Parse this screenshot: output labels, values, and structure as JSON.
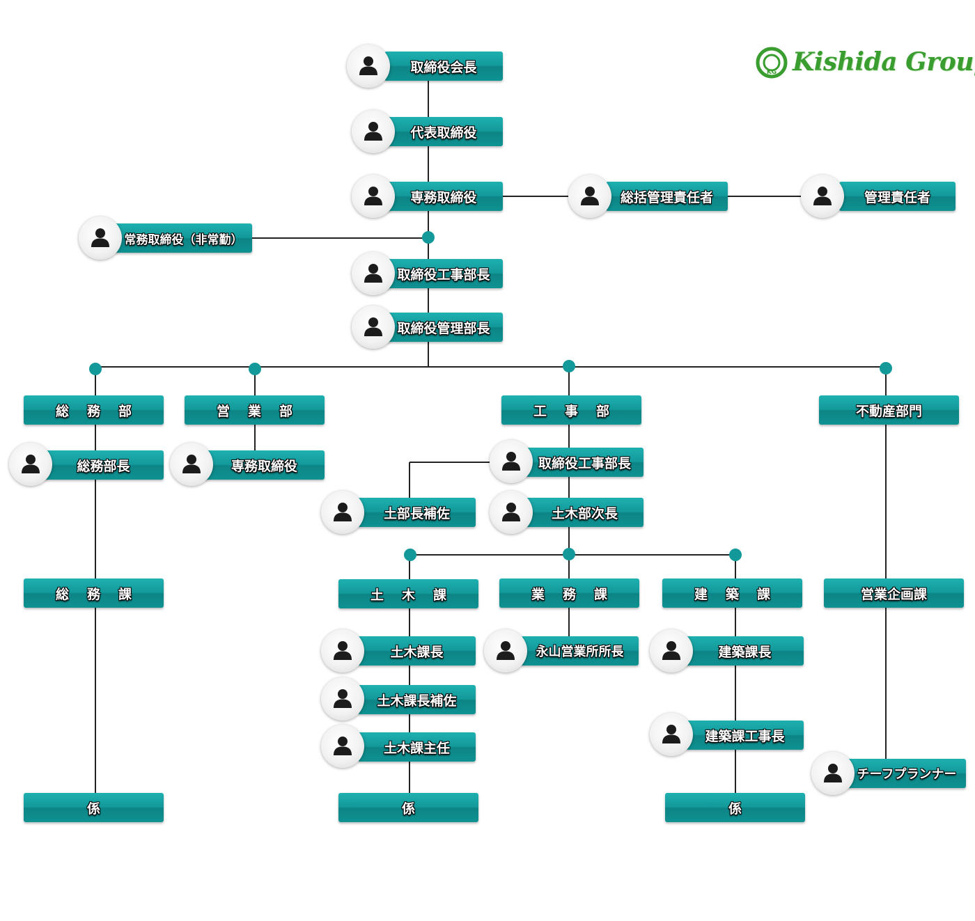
{
  "logo": {
    "mark": "KG",
    "name": "Kishida Group"
  },
  "nodes": {
    "chairman": "取締役会長",
    "president": "代表取締役",
    "senior_managing": "専務取締役",
    "general_manager_resp": "総括管理責任者",
    "manager_resp": "管理責任者",
    "managing_parttime": "常務取締役（非常勤）",
    "director_construction_head": "取締役工事部長",
    "director_admin_head": "取締役管理部長",
    "dept_general_affairs": "総務部",
    "dept_sales": "営業部",
    "dept_construction": "工事部",
    "dept_real_estate": "不動産部門",
    "general_affairs_head": "総務部長",
    "sales_senior_managing": "専務取締役",
    "construction_director_head": "取締役工事部長",
    "civil_assistant_head": "土部長補佐",
    "civil_deputy_head": "土木部次長",
    "sec_general_affairs": "総務課",
    "sec_civil": "土木課",
    "sec_operations": "業務課",
    "sec_architecture": "建築課",
    "sec_sales_planning": "営業企画課",
    "civil_section_chief": "土木課長",
    "nagayama_office_head": "永山営業所所長",
    "architecture_section_chief": "建築課長",
    "civil_section_assistant": "土木課長補佐",
    "civil_section_lead": "土木課主任",
    "architecture_works_chief": "建築課工事長",
    "chief_planner": "チーフプランナー",
    "staff_general_affairs": "係",
    "staff_civil": "係",
    "staff_architecture": "係"
  },
  "colors": {
    "box": "#13999a",
    "line": "#222222",
    "dot": "#13999a",
    "logo": "#3a9d2f"
  },
  "icons": {
    "person": "person-icon"
  }
}
